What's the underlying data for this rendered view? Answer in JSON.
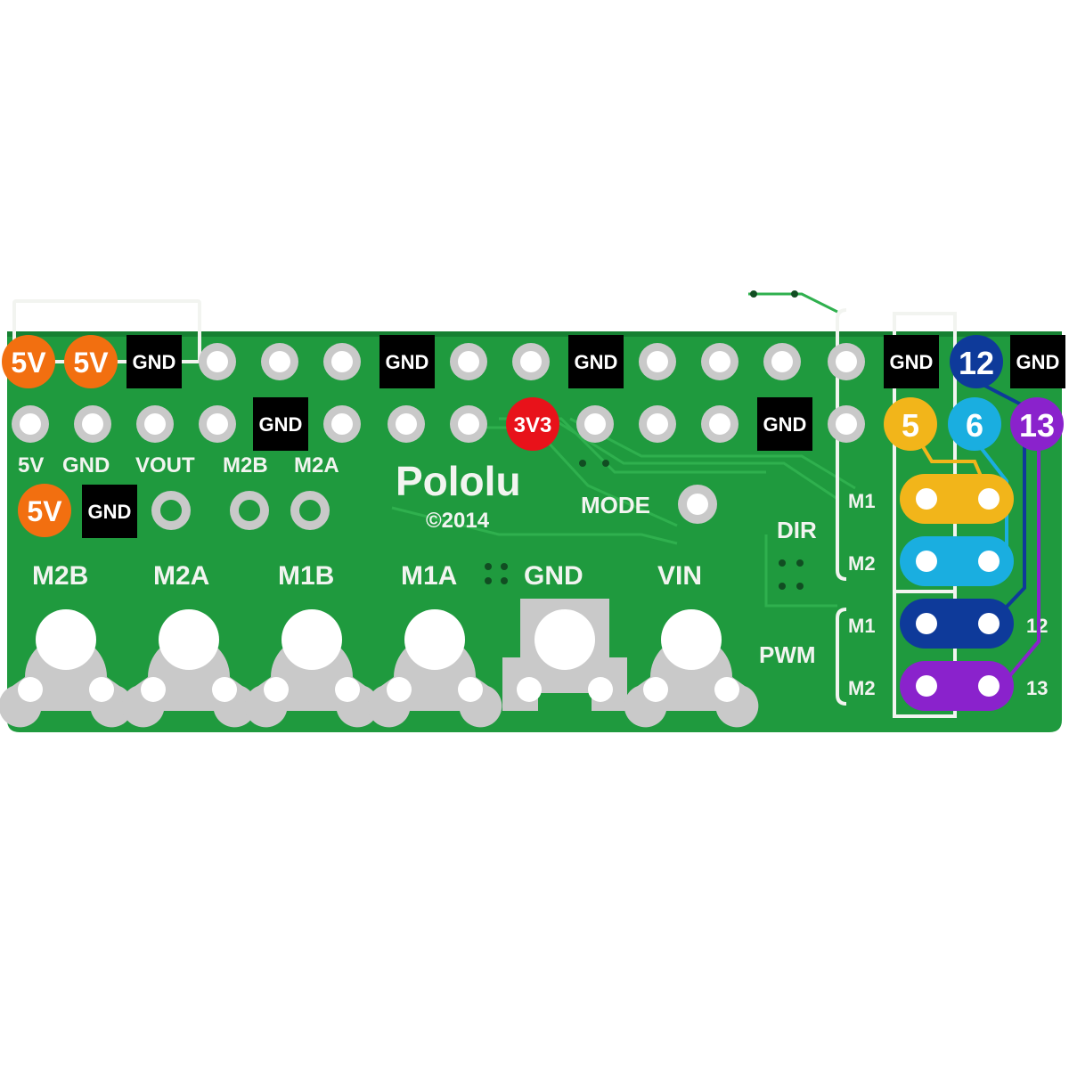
{
  "colors": {
    "board": "#1f9a3e",
    "silk": "#f2f4f0",
    "pad": "#c9c9c9",
    "orange": "#f26f10",
    "black": "#000000",
    "red": "#e8121a",
    "yellow": "#f2b51a",
    "cyan": "#1aaee0",
    "navy": "#0e3a9a",
    "purple": "#8a22cc"
  },
  "callouts": {
    "top_5v_a": "5V",
    "top_5v_b": "5V",
    "top_gnd_1": "GND",
    "top_gnd_2": "GND",
    "top_gnd_3": "GND",
    "top_gnd_4": "GND",
    "top_12": "12",
    "top_gnd_5": "GND",
    "row2_gnd_1": "GND",
    "row2_3v3": "3V3",
    "row2_gnd_2": "GND",
    "row2_5": "5",
    "row2_6": "6",
    "row2_13": "13",
    "box_5v": "5V",
    "box_gnd": "GND"
  },
  "silkscreen": {
    "small_5v": "5V",
    "small_gnd": "GND",
    "small_vout": "VOUT",
    "small_m2b": "M2B",
    "small_m2a": "M2A",
    "brand": "Pololu",
    "copyright": "©2014",
    "mode": "MODE",
    "term_m2b": "M2B",
    "term_m2a": "M2A",
    "term_m1b": "M1B",
    "term_m1a": "M1A",
    "term_gnd": "GND",
    "term_vin": "VIN",
    "dir": "DIR",
    "pwm": "PWM",
    "dir_m1": "M1",
    "dir_m2": "M2",
    "pwm_m1": "M1",
    "pwm_m2": "M2",
    "right_12": "12",
    "right_13": "13"
  }
}
